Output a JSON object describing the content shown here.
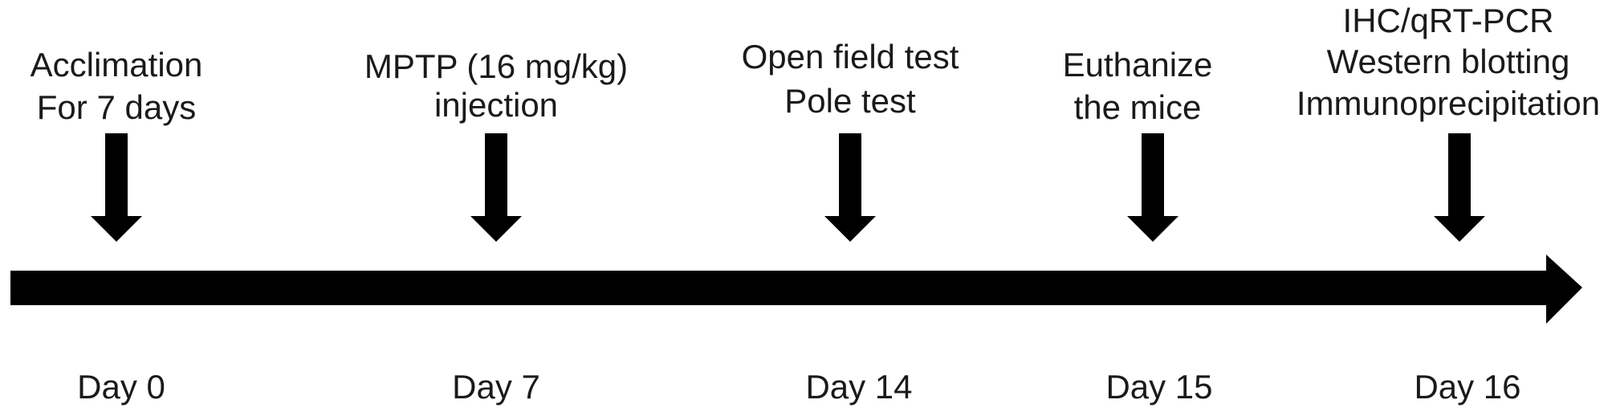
{
  "timeline": {
    "events": [
      {
        "lines": [
          "Acclimation",
          "For 7 days"
        ],
        "day": "Day 0"
      },
      {
        "lines": [
          "MPTP (16 mg/kg)",
          "injection"
        ],
        "day": "Day 7"
      },
      {
        "lines": [
          "Open field test",
          "Pole test"
        ],
        "day": "Day 14"
      },
      {
        "lines": [
          "Euthanize",
          "the mice"
        ],
        "day": "Day 15"
      },
      {
        "lines": [
          "IHC/qRT-PCR",
          "Western blotting",
          "Immunoprecipitation"
        ],
        "day": "Day 16"
      }
    ]
  },
  "colors": {
    "background": "#ffffff",
    "arrow": "#000000",
    "text": "#1a1a1a"
  }
}
